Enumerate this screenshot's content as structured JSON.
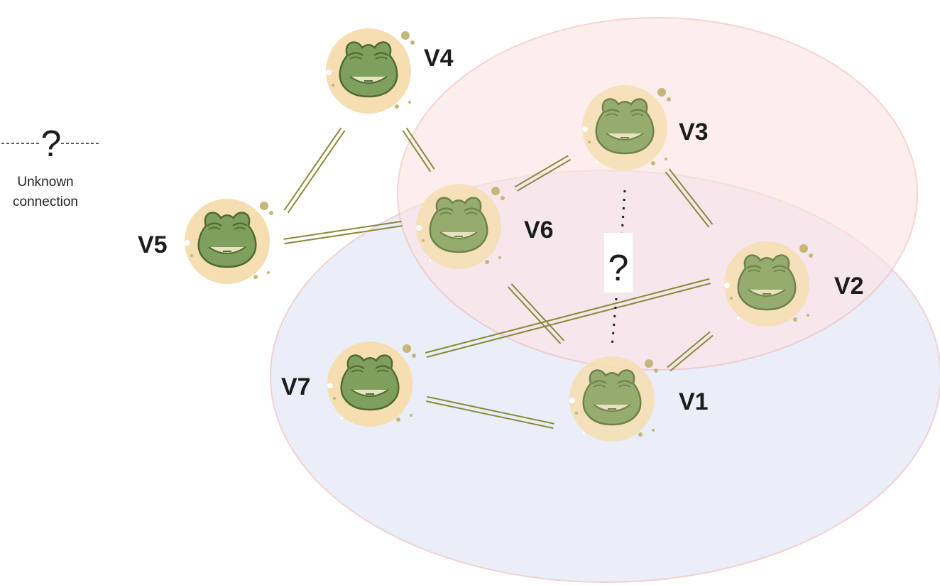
{
  "legend": {
    "symbol": "?",
    "line1": "Unknown",
    "line2": "connection"
  },
  "unknown_edge": {
    "from": "V3",
    "to": "V1",
    "symbol": "?"
  },
  "nodes": [
    {
      "id": "V1",
      "label": "V1",
      "face_icon": "frog-face-icon"
    },
    {
      "id": "V2",
      "label": "V2",
      "face_icon": "frog-face-icon"
    },
    {
      "id": "V3",
      "label": "V3",
      "face_icon": "frog-face-icon"
    },
    {
      "id": "V4",
      "label": "V4",
      "face_icon": "frog-face-icon"
    },
    {
      "id": "V5",
      "label": "V5",
      "face_icon": "frog-face-icon"
    },
    {
      "id": "V6",
      "label": "V6",
      "face_icon": "frog-face-icon"
    },
    {
      "id": "V7",
      "label": "V7",
      "face_icon": "frog-face-icon"
    }
  ],
  "edges": [
    [
      "V4",
      "V5"
    ],
    [
      "V4",
      "V6"
    ],
    [
      "V5",
      "V6"
    ],
    [
      "V6",
      "V3"
    ],
    [
      "V3",
      "V2"
    ],
    [
      "V6",
      "V1"
    ],
    [
      "V2",
      "V1"
    ],
    [
      "V7",
      "V2"
    ],
    [
      "V7",
      "V1"
    ]
  ],
  "groups": [
    {
      "name": "red-ellipse",
      "fill": "#fde4e4",
      "stroke": "#f2b7b5"
    },
    {
      "name": "blue-ellipse",
      "fill": "#e6ecf8",
      "stroke": "#f0c9c6"
    }
  ],
  "colors": {
    "edge": "#8a8a3a",
    "node_bg": "#f6deb0",
    "face_fill": "#7fa05c",
    "face_stroke": "#4e6b32",
    "speck": "#c4b777"
  }
}
